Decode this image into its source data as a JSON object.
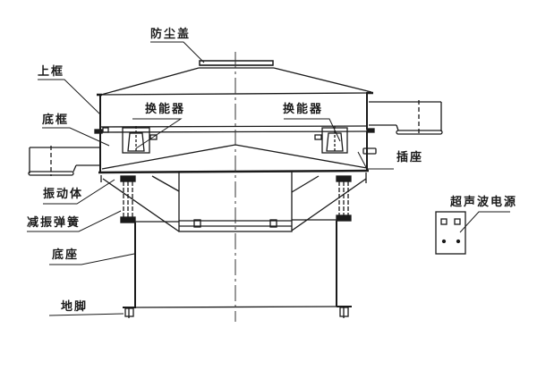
{
  "diagram": {
    "title": "Ultrasonic vibrating screen structure",
    "colors": {
      "line": "#1a1a1a",
      "background": "#ffffff",
      "centerline": "#333333"
    },
    "labels": {
      "dust_cover": "防尘盖",
      "upper_frame": "上框",
      "bottom_frame": "底框",
      "transducer_left": "换能器",
      "transducer_right": "换能器",
      "socket": "插座",
      "vibrating_body": "振动体",
      "damping_spring": "减振弹簧",
      "base": "底座",
      "foot": "地脚",
      "ultrasonic_power": "超声波电源"
    }
  }
}
